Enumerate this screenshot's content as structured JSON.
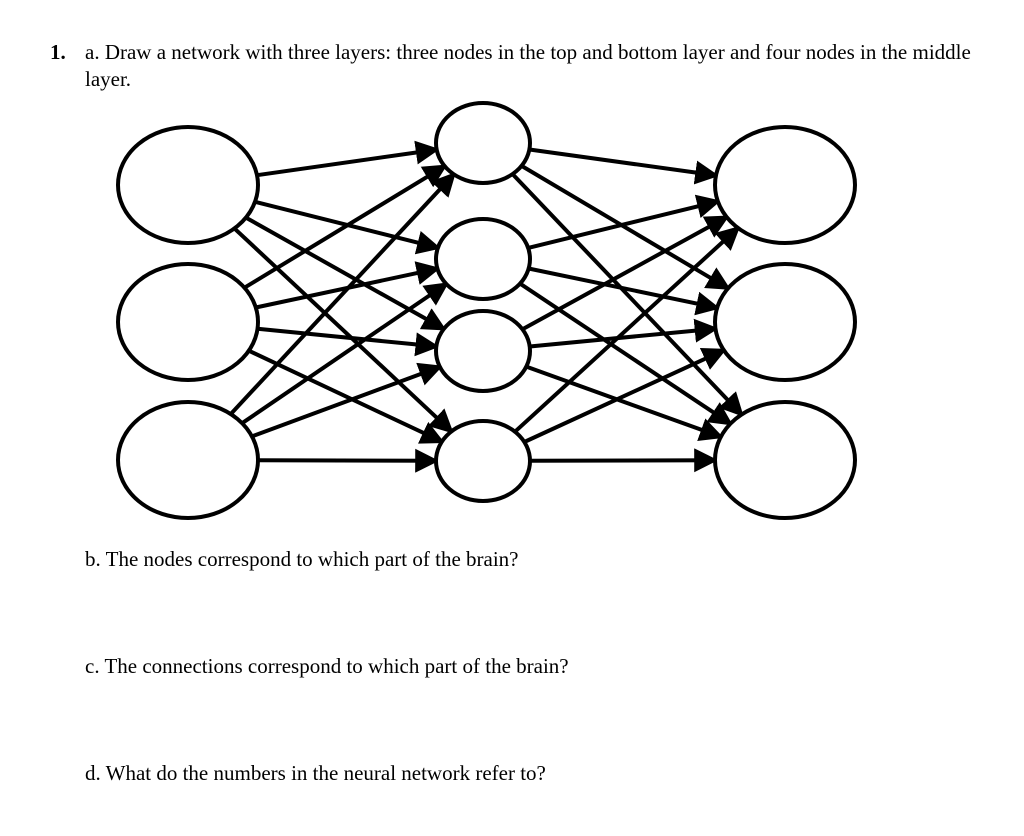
{
  "question": {
    "number": "1.",
    "part_a": "a. Draw a network with three layers: three nodes in the top and bottom layer and four nodes in the middle layer.",
    "part_b": "b. The nodes correspond to which part of the brain?",
    "part_c": "c. The connections correspond to which part of the brain?",
    "part_d": "d. What do the numbers in the neural network refer to?"
  },
  "network": {
    "layers": [
      3,
      4,
      3
    ],
    "stroke_color": "#000000",
    "fill_color": "#ffffff"
  }
}
